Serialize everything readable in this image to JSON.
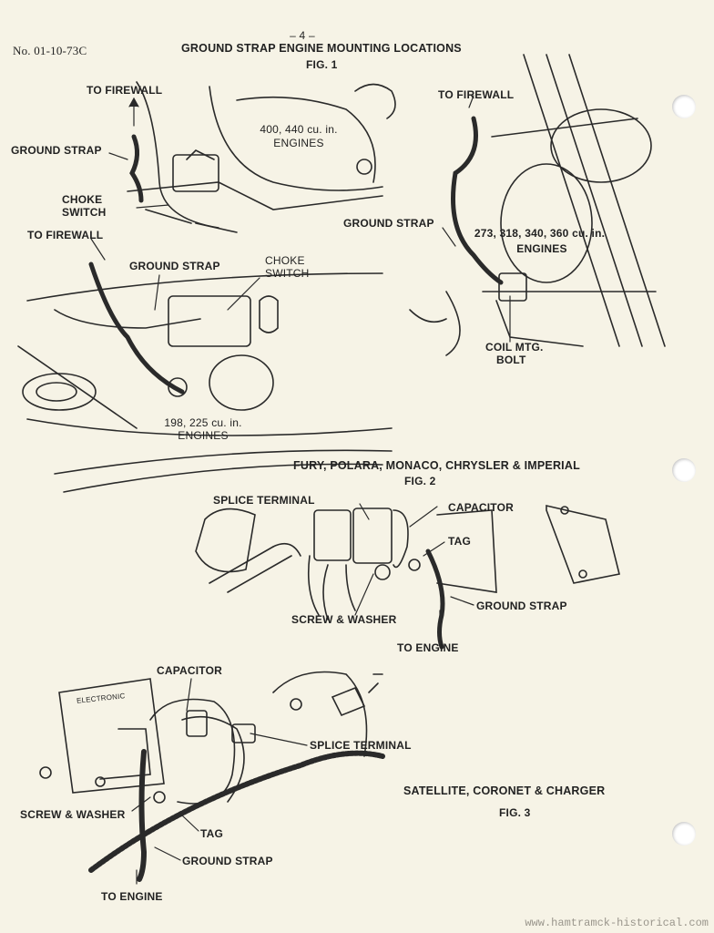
{
  "header": {
    "page_number": "– 4 –",
    "doc_number": "No. 01-10-73C",
    "title": "GROUND STRAP ENGINE MOUNTING LOCATIONS"
  },
  "fig1": {
    "label": "FIG. 1",
    "topleft": {
      "to_firewall": "TO FIREWALL",
      "ground_strap": "GROUND STRAP",
      "choke_switch_1": "CHOKE",
      "choke_switch_2": "SWITCH",
      "engines_1": "400, 440 cu. in.",
      "engines_2": "ENGINES"
    },
    "right": {
      "to_firewall": "TO FIREWALL",
      "ground_strap": "GROUND STRAP",
      "engines_1": "273, 318, 340, 360 cu. in.",
      "engines_2": "ENGINES",
      "coil_1": "COIL MTG.",
      "coil_2": "BOLT"
    },
    "bottomleft": {
      "to_firewall": "TO FIREWALL",
      "ground_strap": "GROUND STRAP",
      "choke_1": "CHOKE",
      "choke_2": "SWITCH",
      "engines_1": "198, 225 cu. in.",
      "engines_2": "ENGINES"
    }
  },
  "fig2": {
    "title": "FURY, POLARA, MONACO, CHRYSLER & IMPERIAL",
    "label": "FIG. 2",
    "splice_terminal": "SPLICE TERMINAL",
    "capacitor": "CAPACITOR",
    "tag": "TAG",
    "screw_washer": "SCREW & WASHER",
    "ground_strap": "GROUND STRAP",
    "to_engine": "TO ENGINE"
  },
  "fig3": {
    "title": "SATELLITE, CORONET & CHARGER",
    "label": "FIG. 3",
    "capacitor": "CAPACITOR",
    "splice_terminal": "SPLICE TERMINAL",
    "screw_washer": "SCREW & WASHER",
    "tag": "TAG",
    "ground_strap": "GROUND STRAP",
    "to_engine": "TO ENGINE",
    "module_label": "ELECTRONIC"
  },
  "watermark": "www.hamtramck-historical.com"
}
